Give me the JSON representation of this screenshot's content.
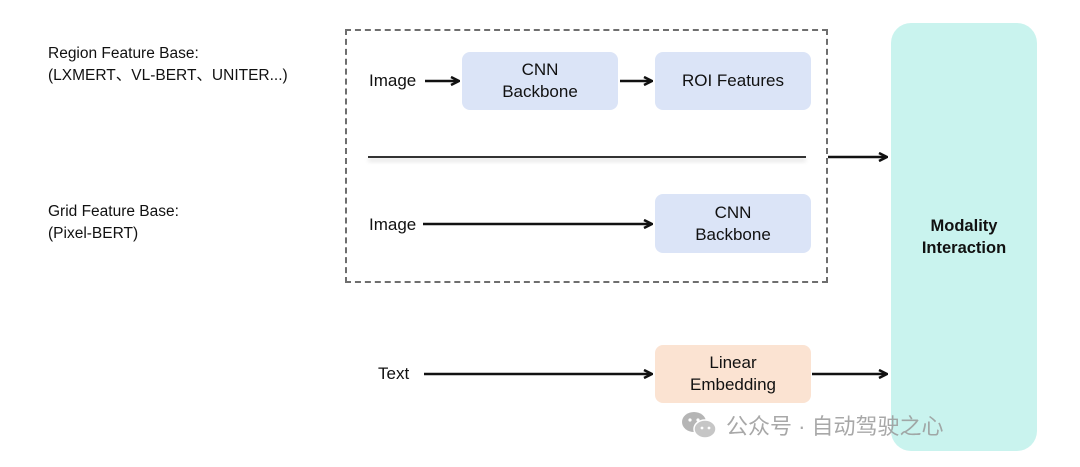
{
  "left_labels": {
    "region_title": "Region Feature Base:",
    "region_sub": "(LXMERT、VL-BERT、UNITER...)",
    "grid_title": "Grid Feature Base:",
    "grid_sub": "(Pixel-BERT)"
  },
  "inputs": {
    "image_region": "Image",
    "image_grid": "Image",
    "text": "Text"
  },
  "nodes": {
    "cnn_backbone_region": "CNN\nBackbone",
    "roi_features": "ROI Features",
    "cnn_backbone_grid": "CNN\nBackbone",
    "linear_embedding": "Linear\nEmbedding",
    "modality_line1": "Modality",
    "modality_line2": "Interaction"
  },
  "watermark": {
    "text": "公众号 · 自动驾驶之心",
    "icon": "wechat-icon"
  },
  "colors": {
    "blue_node": "#dbe4f7",
    "peach_node": "#fbe3d2",
    "modality": "#c9f3ee",
    "dashed_border": "#6e6e6e"
  }
}
